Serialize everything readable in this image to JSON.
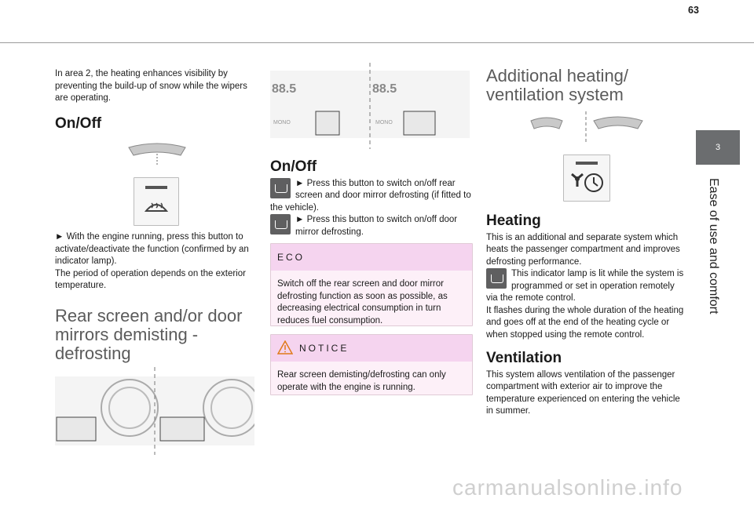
{
  "page_number": "63",
  "chapter": {
    "number": "3",
    "title": "Ease of use and comfort"
  },
  "col1": {
    "intro": "In area 2, the heating enhances visibility by preventing the build-up of snow while the wipers are operating.",
    "heading_onoff": "On/Off",
    "press_text": "► With the engine running, press this button to activate/deactivate the function (confirmed by an indicator lamp).",
    "period_text": "The period of operation depends on the exterior temperature.",
    "heading_rear": "Rear screen and/or door mirrors demisting - defrosting"
  },
  "col2": {
    "panel_labels": [
      "88.5",
      "MONO"
    ],
    "heading_onoff": "On/Off",
    "item1": "► Press this button to switch on/off rear screen and door mirror defrosting (if fitted to the vehicle).",
    "item2": "► Press this button to switch on/off door mirror defrosting.",
    "eco_header": "ECO",
    "eco_text": "Switch off the rear screen and door mirror defrosting function as soon as possible, as decreasing electrical consumption in turn reduces fuel consumption.",
    "notice_header": "NOTICE",
    "notice_text": "Rear screen demisting/defrosting can only operate with the engine is running."
  },
  "col3": {
    "heading_add": "Additional heating/ ventilation system",
    "heading_heating": "Heating",
    "heating_text": "This is an additional and separate system which heats the passenger compartment and improves defrosting performance.",
    "lamp_text": "This indicator lamp is lit while the system is programmed or set in operation remotely via the remote control.",
    "flash_text": "It flashes during the whole duration of the heating and goes off at the end of the heating cycle or when stopped using the remote control.",
    "heading_vent": "Ventilation",
    "vent_text": "This system allows ventilation of the passenger compartment with exterior air to improve the temperature experienced on entering the vehicle in summer."
  },
  "watermark": "carmanualsonline.info",
  "colors": {
    "tab": "#6b6d6f",
    "eco_header": "#f5d4ef",
    "icon": "#5f5f60"
  }
}
